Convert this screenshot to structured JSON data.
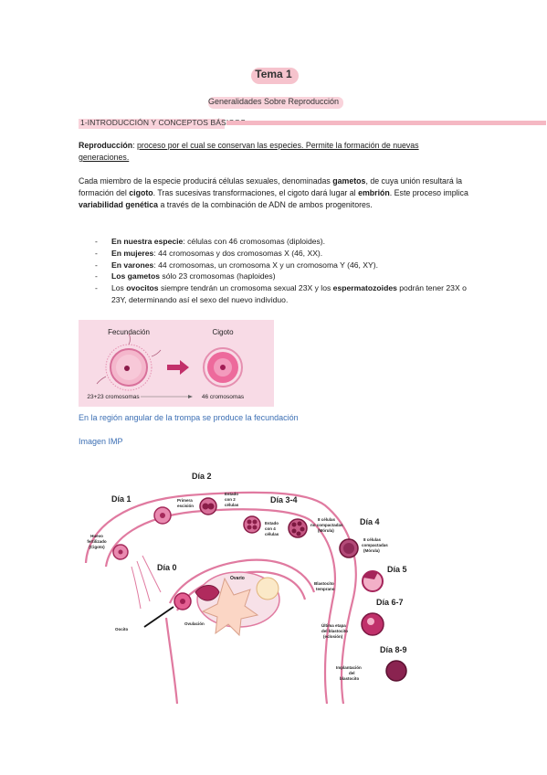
{
  "header": {
    "title": "Tema 1",
    "subtitle": "Generalidades Sobre Reproducción"
  },
  "section": {
    "heading": "1-INTRODUCCIÓN Y CONCEPTOS BÁSICOS"
  },
  "definition": {
    "term": "Reproducción",
    "sep": ": ",
    "text": "proceso por el cual se conservan las especies. Permite la formación de nuevas generaciones."
  },
  "paragraph": {
    "p1": "Cada miembro de la especie producirá células sexuales, denominadas ",
    "w1": "gametos",
    "p2": ", de cuya unión resultará la formación del ",
    "w2": "cigoto",
    "p3": ". Tras sucesivas transformaciones, el cigoto dará lugar al ",
    "w3": "embrión",
    "p4": ". Este proceso implica ",
    "w4": "variabilidad genética",
    "p5": " a través de la combinación de ADN de ambos progenitores."
  },
  "bullets": [
    {
      "bold": "En nuestra especie",
      "rest": ": células con 46 cromosomas (diploides)."
    },
    {
      "bold": "En mujeres",
      "rest": ": 44 cromosomas y dos cromosomas X (46, XX)."
    },
    {
      "bold": "En varones",
      "rest": ": 44 cromosomas, un cromosoma X y un cromosoma Y (46, XY)."
    },
    {
      "bold": "Los gametos",
      "rest": " sólo 23 cromosomas (haploides)"
    },
    {
      "pre": "Los ",
      "bold": "ovocitos",
      "mid": " siempre tendrán un cromosoma sexual 23X y los ",
      "bold2": "espermatozoides",
      "rest": " podrán tener 23X o 23Y, determinando así el sexo del nuevo individuo."
    }
  ],
  "figure1": {
    "left_label": "Fecundación",
    "right_label": "Cigoto",
    "bottom_left": "23+23 cromosomas",
    "bottom_right": "46 cromosomas"
  },
  "notes": {
    "note1": "En la región angular de la trompa se produce la fecundación",
    "note2": "Imagen IMP"
  },
  "figure2": {
    "dia1": "Día 1",
    "dia2": "Día 2",
    "dia34": "Día 3-4",
    "dia4": "Día 4",
    "dia0": "Día 0",
    "dia5": "Día 5",
    "dia67": "Día 6-7",
    "dia89": "Día 8-9",
    "huevo1": "Huevo",
    "huevo2": "fertilizado",
    "huevo3": "(Cigoto)",
    "primera1": "Primera",
    "primera2": "escisión",
    "e2_1": "Estado",
    "e2_2": "con 2",
    "e2_3": "células",
    "e4_1": "Estado",
    "e4_2": "con 4",
    "e4_3": "células",
    "c8a_1": "8 células",
    "c8a_2": "no compactadas",
    "c8a_3": "(Mórula)",
    "c8b_1": "8 células",
    "c8b_2": "compactadas",
    "c8b_3": "(Mórula)",
    "ovario": "Ovario",
    "blast1": "Blastocito",
    "blast2": "temprano",
    "ultima1": "Última etapa",
    "ultima2": "del blastocito",
    "ultima3": "(eclosión)",
    "ovulacion": "Ovulación",
    "oocito": "Oocito",
    "impl1": "Implantación",
    "impl2": "del",
    "impl3": "blastocito"
  }
}
